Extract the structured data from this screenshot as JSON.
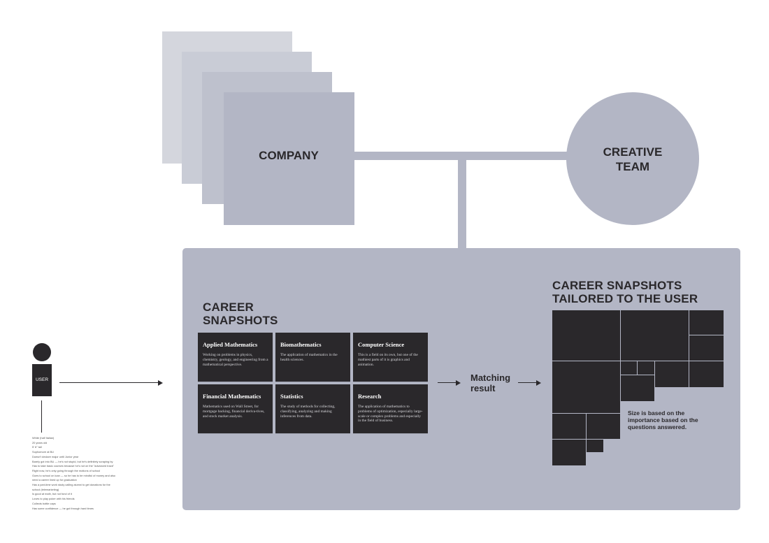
{
  "company": {
    "label": "COMPANY"
  },
  "creative_team": {
    "line1": "CREATIVE",
    "line2": "TEAM"
  },
  "career_snapshots": {
    "heading_line1": "CAREER",
    "heading_line2": "SNAPSHOTS",
    "cards": [
      {
        "title": "Applied Mathematics",
        "text": "Working on problems in physics, chemistry, geology, and engineering from a mathematical perspective."
      },
      {
        "title": "Biomathematics",
        "text": "The application of mathematics in the health sciences."
      },
      {
        "title": "Computer Science",
        "text": "This is a field on its own, but one of the mathiest parts of it is graphics and animation."
      },
      {
        "title": "Financial Mathematics",
        "text": "Mathematics used on Wall Street, for mortgage backing, financial deriva-tives, and stock market analysis."
      },
      {
        "title": "Statistics",
        "text": "The study of methods for collecting, classifying, analyzing and making inferences from data."
      },
      {
        "title": "Research",
        "text": "The application of mathematics to problems of optimization, especially large-scale or complex problems and especially in the field of business."
      }
    ]
  },
  "matching": {
    "line1": "Matching",
    "line2": "result"
  },
  "tailored": {
    "heading_line1": "CAREER SNAPSHOTS",
    "heading_line2": "TAILORED TO THE USER",
    "note_line1": "Size is based on the",
    "note_line2": "importance based on the",
    "note_line3": "questions answered."
  },
  "user": {
    "label": "USER",
    "persona": [
      "White (half Italian)",
      "20 years old",
      "5' 6\" tall",
      "Sophomore at BU",
      "Doesn't declare major until Junior year",
      "Barely got into BU — he's not stupid, but he's definitely scraping by",
      "Has to take basic courses because he's not on the \"advanced track\"",
      "Right now, he's only going through the motions of school",
      "Goes to school on loan — so he has to be mindful of money and also",
      "need a career lined up for graduation",
      "Has a part-time work study calling alumni to get donations for the",
      "school (telemarketing)",
      "Is good at math, but not fond of it",
      "Loves to play poker with his friends",
      "Collects bottle caps",
      "Has some confidence — he got through hard times"
    ]
  }
}
